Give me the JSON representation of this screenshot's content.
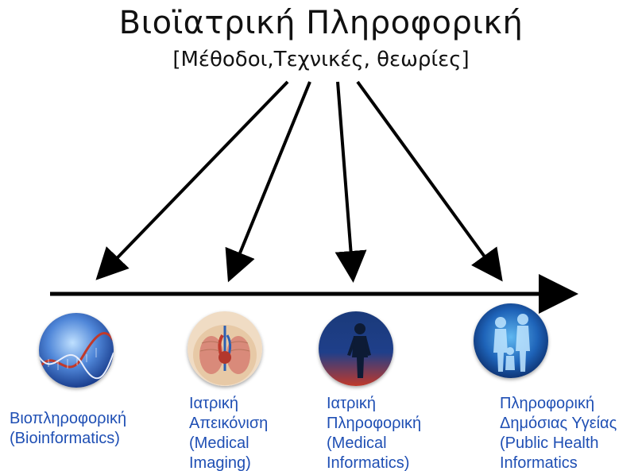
{
  "title": "Βιοϊατρική Πληροφορική",
  "subtitle": "[Μέθοδοι,Τεχνικές, θεωρίες]",
  "label_color": "#1f4fb4",
  "arrow_color": "#000000",
  "fields": [
    {
      "icon": "dna-helix-icon",
      "label": "Βιοπληροφορική\n(Bioinformatics)"
    },
    {
      "icon": "chest-anatomy-icon",
      "label": "Ιατρική\nΑπεικόνιση\n(Medical\nImaging)"
    },
    {
      "icon": "human-figure-icon",
      "label": "Ιατρική\nΠληροφορική\n(Medical\nInformatics)"
    },
    {
      "icon": "family-figures-icon",
      "label": "Πληροφορική\nΔημόσιας Υγείας\n(Public Health\nInformatics"
    }
  ]
}
